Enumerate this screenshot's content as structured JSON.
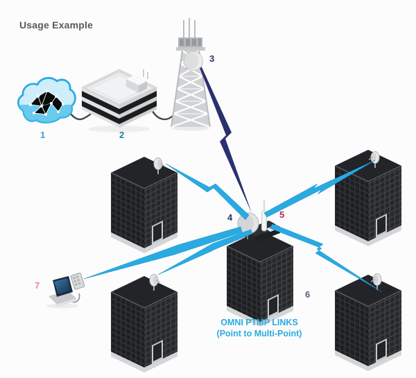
{
  "title": "Usage Example",
  "caption": {
    "line1": "OMNI PTMP LINKS",
    "line2": "(Point to Multi-Point)"
  },
  "markers": [
    {
      "label": "1",
      "color": "#2ea7cf",
      "target": "internet-cloud"
    },
    {
      "label": "2",
      "color": "#1f7fa6",
      "target": "gateway-device"
    },
    {
      "label": "3",
      "color": "#27356e",
      "target": "tower-backhaul-dish"
    },
    {
      "label": "4",
      "color": "#27356e",
      "target": "rooftop-dish"
    },
    {
      "label": "5",
      "color": "#c01f5f",
      "target": "omni-antenna"
    },
    {
      "label": "6",
      "color": "#5a5a7d",
      "target": "client-building"
    },
    {
      "label": "7",
      "color": "#e9829e",
      "target": "laptop-client"
    }
  ],
  "colors": {
    "link_cyan": "#29abe2",
    "link_cyan_deep": "#0f86c0",
    "link_navy": "#2a316f",
    "title_gray": "#58595b"
  }
}
